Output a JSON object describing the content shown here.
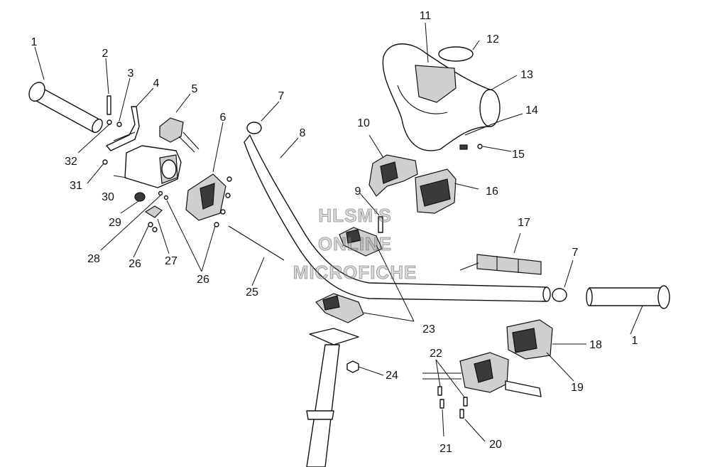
{
  "watermark": {
    "line1": "HLSM'S",
    "line2": "ONLINE",
    "line3": "MICROFICHE"
  },
  "callouts": {
    "c1a": "1",
    "c1b": "1",
    "c2": "2",
    "c3": "3",
    "c4": "4",
    "c5": "5",
    "c6": "6",
    "c7a": "7",
    "c7b": "7",
    "c8": "8",
    "c9": "9",
    "c10": "10",
    "c11": "11",
    "c12": "12",
    "c13": "13",
    "c14": "14",
    "c15": "15",
    "c16": "16",
    "c17": "17",
    "c18": "18",
    "c19": "19",
    "c20": "20",
    "c21": "21",
    "c22": "22",
    "c23": "23",
    "c24": "24",
    "c25": "25",
    "c26a": "26",
    "c26b": "26",
    "c27": "27",
    "c28": "28",
    "c29": "29",
    "c30": "30",
    "c31": "31",
    "c32": "32"
  }
}
